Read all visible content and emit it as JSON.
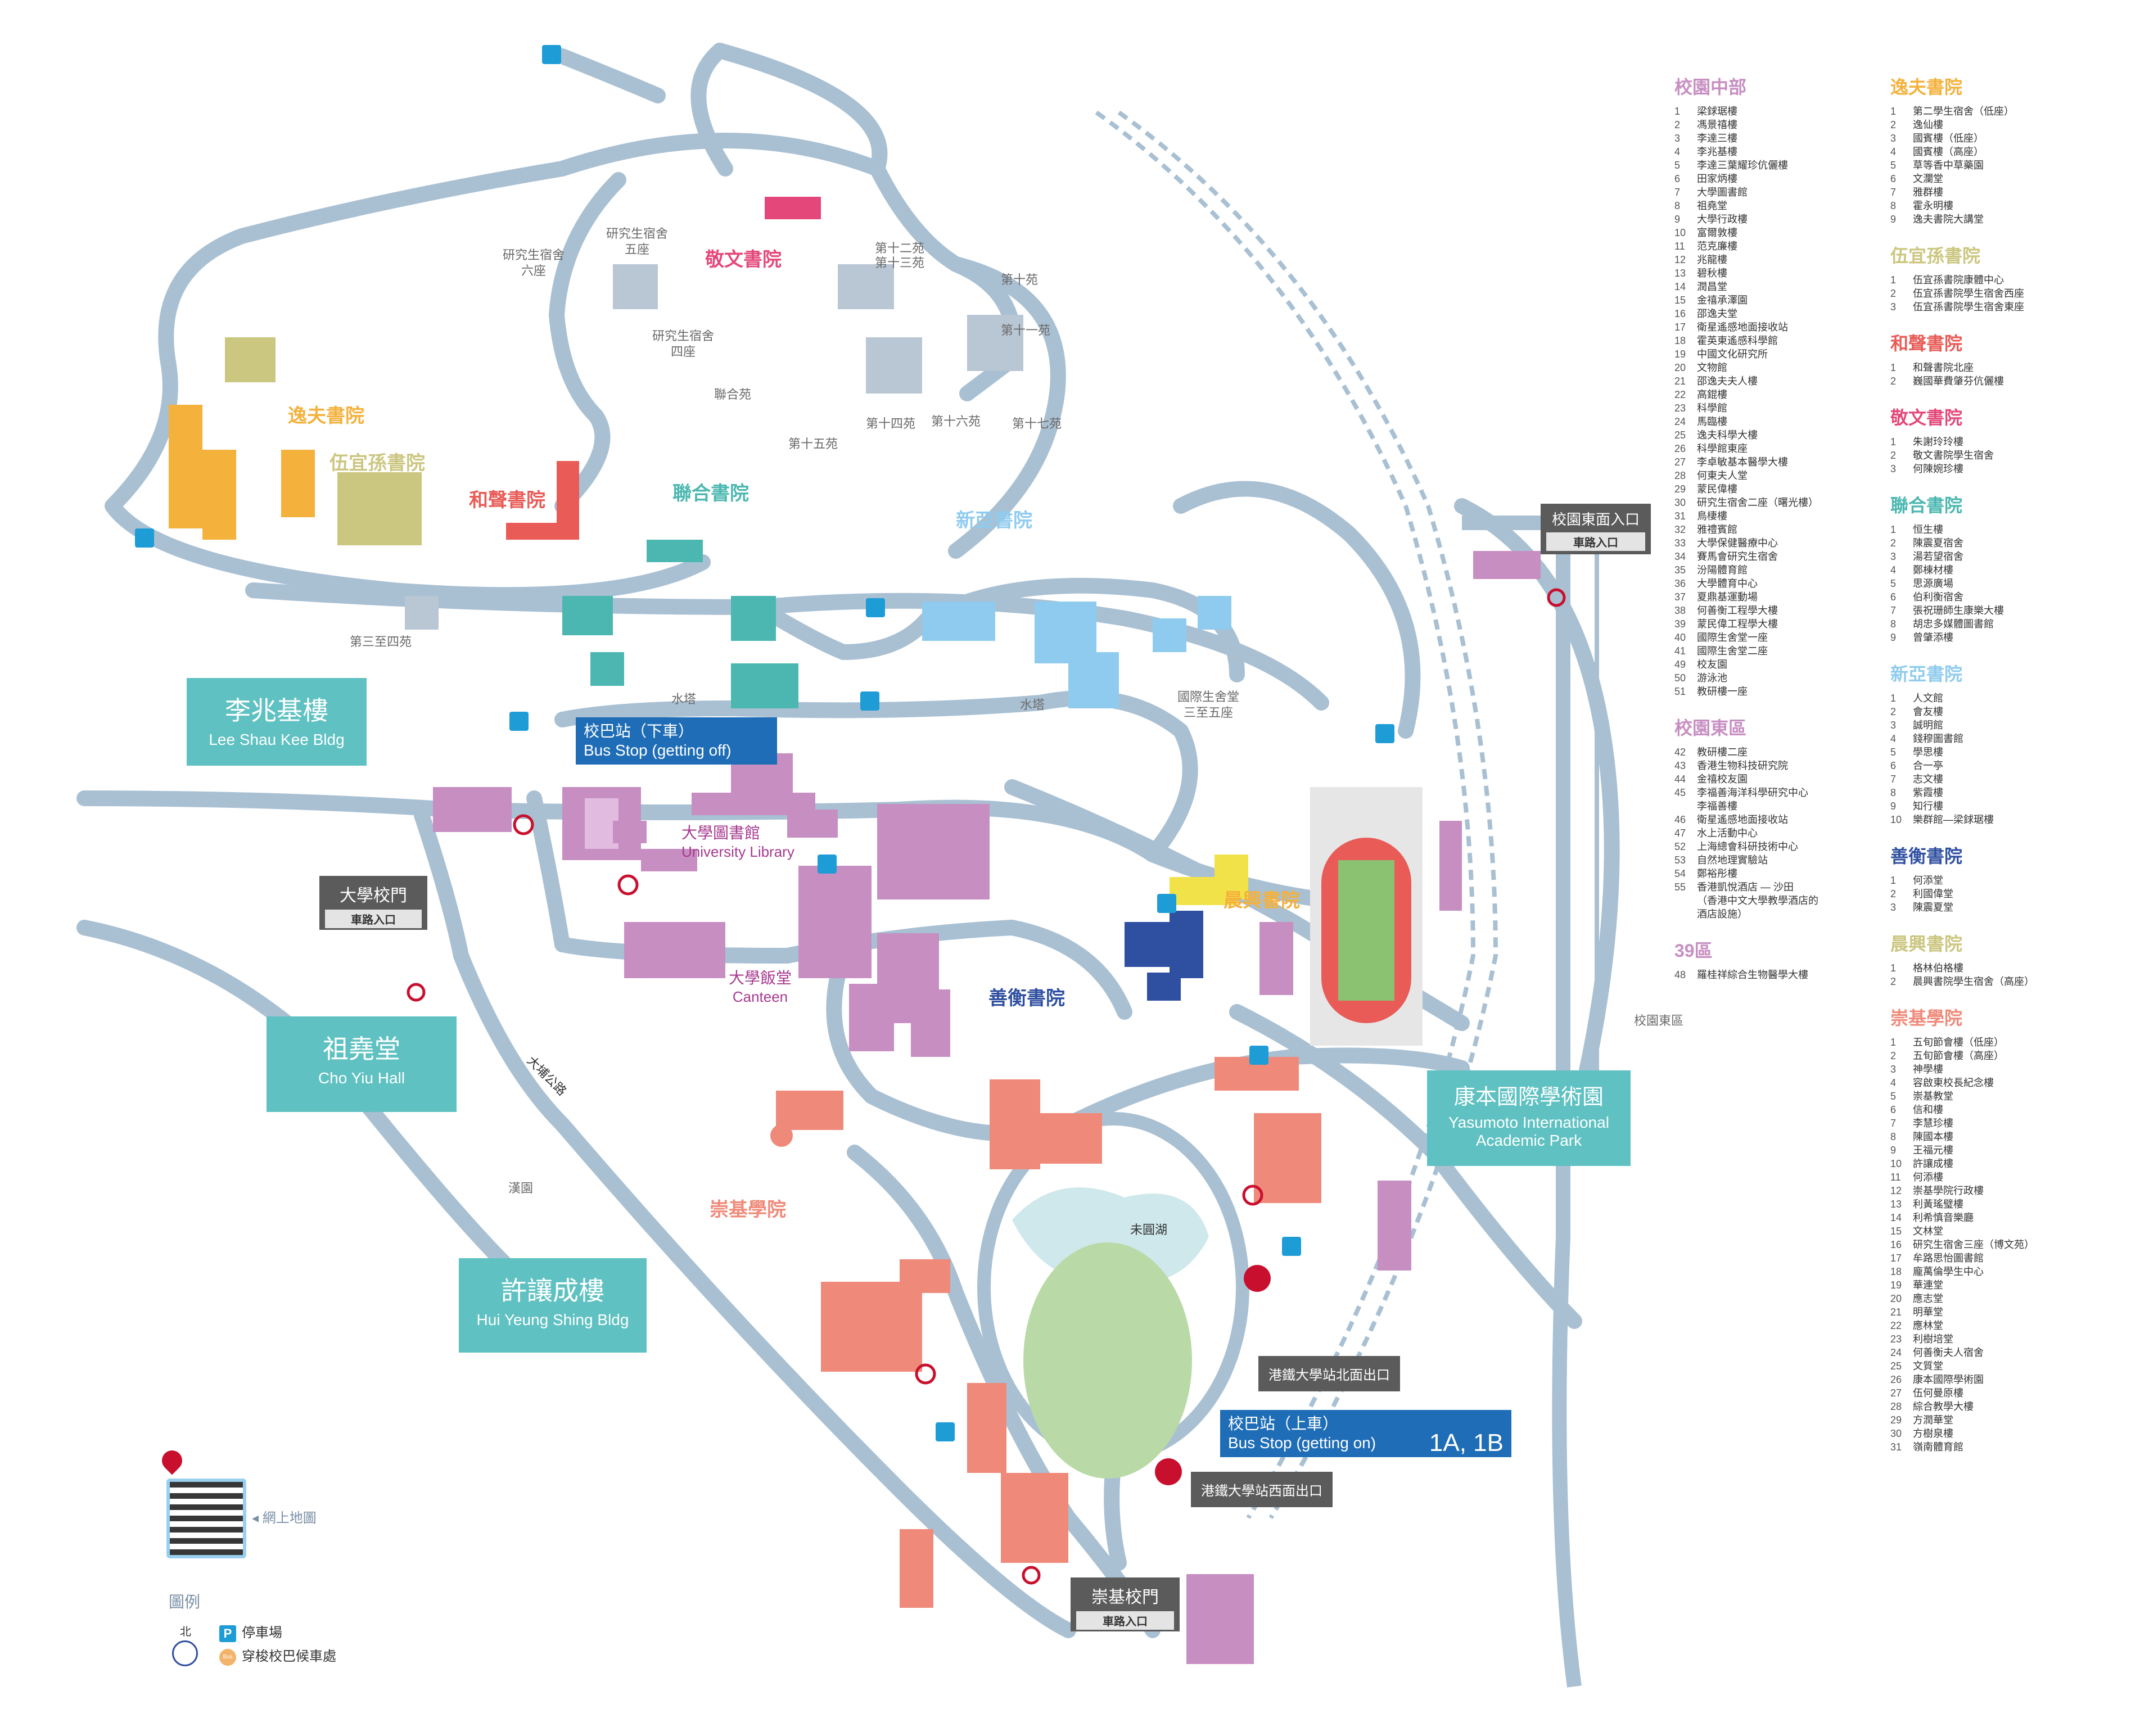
{
  "colors": {
    "road": "#a9c0d3",
    "chung_chi": "#ef8a7a",
    "central": "#c78ec2",
    "new_asia": "#8fcbee",
    "united": "#4bb7b0",
    "shaw": "#f4b13b",
    "wu_yee_sun": "#cbc680",
    "wo_sing": "#e85b57",
    "ming_hua": "#e4487a",
    "shaw_college_callout": "#5fc1c1",
    "sh_ho": "#2f4fa0",
    "cw_chu": "#f2e24a",
    "bus": "#1e6db6",
    "parking": "#1e9cd6"
  },
  "colleges": {
    "shaw": "逸夫書院",
    "wu_yee_sun": "伍宜孫書院",
    "wo_sing": "和聲書院",
    "ming_hua": "敬文書院",
    "united": "聯合書院",
    "new_asia": "新亞書院",
    "cw_chu": "晨興書院",
    "sh_ho": "善衡書院",
    "chung_chi": "崇基學院"
  },
  "places": {
    "pg6": "研究生宿舍\n六座",
    "pg5": "研究生宿舍\n五座",
    "pg4": "研究生宿舍\n四座",
    "block12": "第十二苑",
    "block13": "第十三苑",
    "block10": "第十苑",
    "block11": "第十一苑",
    "lianhe": "聯合苑",
    "block15": "第十五苑",
    "block14": "第十四苑",
    "block16": "第十六苑",
    "block17": "第十七苑",
    "block3_4": "第三至四苑",
    "water_tower1": "水塔",
    "water_tower2": "水塔",
    "intl_house": "國際生舍堂\n三至五座",
    "lake": "未圓湖",
    "han_garden": "漢園",
    "tai_po_road": "大埔公路",
    "east_campus": "校園東區"
  },
  "callouts": {
    "lsk_zh": "李兆基樓",
    "lsk_en": "Lee Shau Kee Bldg",
    "cyh_zh": "祖堯堂",
    "cyh_en": "Cho Yiu Hall",
    "hys_zh": "許讓成樓",
    "hys_en": "Hui Yeung Shing Bldg",
    "yasu_zh": "康本國際學術園",
    "yasu_en1": "Yasumoto International",
    "yasu_en2": "Academic Park",
    "lib_zh": "大學圖書館",
    "lib_en": "University Library",
    "canteen_zh": "大學飯堂",
    "canteen_en": "Canteen"
  },
  "gates": {
    "main_zh": "大學校門",
    "main_sub": "車路入口",
    "east_zh": "校園東面入口",
    "east_sub": "車路入口",
    "cc_zh": "崇基校門",
    "cc_sub": "車路入口"
  },
  "bus": {
    "off_zh": "校巴站（下車）",
    "off_en": "Bus Stop (getting off)",
    "on_zh": "校巴站（上車）",
    "on_en": "Bus Stop (getting on)",
    "on_routes": "1A, 1B"
  },
  "mtr": {
    "north": "港鐵大學站北面出口",
    "west": "港鐵大學站西面出口"
  },
  "qr": {
    "label": "◂ 網上地圖"
  },
  "key": {
    "title": "圖例",
    "north": "北",
    "parking_symbol": "P",
    "parking": "停車場",
    "bus_symbol": "Bus",
    "bus": "穿梭校巴候車處"
  },
  "legend": {
    "left": [
      {
        "title": "校園中部",
        "color": "#c78ec2",
        "items": [
          [
            "1",
            "梁銶琚樓"
          ],
          [
            "2",
            "馮景禧樓"
          ],
          [
            "3",
            "李達三樓"
          ],
          [
            "4",
            "李兆基樓"
          ],
          [
            "5",
            "李達三葉耀珍伉儷樓"
          ],
          [
            "6",
            "田家炳樓"
          ],
          [
            "7",
            "大學圖書館"
          ],
          [
            "8",
            "祖堯堂"
          ],
          [
            "9",
            "大學行政樓"
          ],
          [
            "10",
            "富爾敦樓"
          ],
          [
            "11",
            "范克廉樓"
          ],
          [
            "12",
            "兆龍樓"
          ],
          [
            "13",
            "碧秋樓"
          ],
          [
            "14",
            "潤昌堂"
          ],
          [
            "15",
            "金禧承澤園"
          ],
          [
            "16",
            "邵逸夫堂"
          ],
          [
            "17",
            "衛星遙感地面接收站"
          ],
          [
            "18",
            "霍英東遙感科學館"
          ],
          [
            "19",
            "中國文化研究所"
          ],
          [
            "20",
            "文物館"
          ],
          [
            "21",
            "邵逸夫夫人樓"
          ],
          [
            "22",
            "高錕樓"
          ],
          [
            "23",
            "科學館"
          ],
          [
            "24",
            "馬臨樓"
          ],
          [
            "25",
            "逸夫科學大樓"
          ],
          [
            "26",
            "科學館東座"
          ],
          [
            "27",
            "李卓敏基本醫學大樓"
          ],
          [
            "28",
            "何東夫人堂"
          ],
          [
            "29",
            "蒙民偉樓"
          ],
          [
            "30",
            "研究生宿舍二座（曙光樓）"
          ],
          [
            "31",
            "鳥棲樓"
          ],
          [
            "32",
            "雅禮賓館"
          ],
          [
            "33",
            "大學保健醫療中心"
          ],
          [
            "34",
            "賽馬會研究生宿舍"
          ],
          [
            "35",
            "汾陽體育館"
          ],
          [
            "36",
            "大學體育中心"
          ],
          [
            "37",
            "夏鼎基運動場"
          ],
          [
            "38",
            "何善衡工程學大樓"
          ],
          [
            "39",
            "蒙民偉工程學大樓"
          ],
          [
            "40",
            "國際生舍堂一座"
          ],
          [
            "41",
            "國際生舍堂二座"
          ],
          [
            "49",
            "校友園"
          ],
          [
            "50",
            "游泳池"
          ],
          [
            "51",
            "教研樓一座"
          ]
        ]
      },
      {
        "title": "校園東區",
        "color": "#c78ec2",
        "items": [
          [
            "42",
            "教研樓二座"
          ],
          [
            "43",
            "香港生物科技研究院"
          ],
          [
            "44",
            "金禧校友園"
          ],
          [
            "45",
            "李福善海洋科學研究中心"
          ],
          [
            "",
            "李福善樓"
          ],
          [
            "46",
            "衛星遙感地面接收站"
          ],
          [
            "47",
            "水上活動中心"
          ],
          [
            "52",
            "上海總會科研技術中心"
          ],
          [
            "53",
            "自然地理實驗站"
          ],
          [
            "54",
            "鄭裕彤樓"
          ],
          [
            "55",
            "香港凱悅酒店 — 沙田"
          ],
          [
            "",
            "（香港中文大學教學酒店的"
          ],
          [
            "",
            "酒店設施）"
          ]
        ]
      },
      {
        "title": "39區",
        "color": "#c78ec2",
        "items": [
          [
            "48",
            "羅桂祥綜合生物醫學大樓"
          ]
        ]
      }
    ],
    "right": [
      {
        "title": "逸夫書院",
        "color": "#f4b13b",
        "items": [
          [
            "1",
            "第二學生宿舍（低座）"
          ],
          [
            "2",
            "逸仙樓"
          ],
          [
            "3",
            "國賓樓（低座）"
          ],
          [
            "4",
            "國賓樓（高座）"
          ],
          [
            "5",
            "草等香中草藥園"
          ],
          [
            "6",
            "文瀾堂"
          ],
          [
            "7",
            "雅群樓"
          ],
          [
            "8",
            "霍永明樓"
          ],
          [
            "9",
            "逸夫書院大講堂"
          ]
        ]
      },
      {
        "title": "伍宜孫書院",
        "color": "#cbc680",
        "items": [
          [
            "1",
            "伍宜孫書院康體中心"
          ],
          [
            "2",
            "伍宜孫書院學生宿舍西座"
          ],
          [
            "3",
            "伍宜孫書院學生宿舍東座"
          ]
        ]
      },
      {
        "title": "和聲書院",
        "color": "#e85b57",
        "items": [
          [
            "1",
            "和聲書院北座"
          ],
          [
            "2",
            "巍國華費肇芬伉儷樓"
          ]
        ]
      },
      {
        "title": "敬文書院",
        "color": "#e4487a",
        "items": [
          [
            "1",
            "朱謝玲玲樓"
          ],
          [
            "2",
            "敬文書院學生宿舍"
          ],
          [
            "3",
            "何陳婉珍樓"
          ]
        ]
      },
      {
        "title": "聯合書院",
        "color": "#4bb7b0",
        "items": [
          [
            "1",
            "恒生樓"
          ],
          [
            "2",
            "陳震夏宿舍"
          ],
          [
            "3",
            "湯若望宿舍"
          ],
          [
            "4",
            "鄭棟材樓"
          ],
          [
            "5",
            "思源廣場"
          ],
          [
            "6",
            "伯利衡宿舍"
          ],
          [
            "7",
            "張祝珊師生康樂大樓"
          ],
          [
            "8",
            "胡忠多媒體圖書館"
          ],
          [
            "9",
            "曾肇添樓"
          ]
        ]
      },
      {
        "title": "新亞書院",
        "color": "#8fcbee",
        "items": [
          [
            "1",
            "人文館"
          ],
          [
            "2",
            "會友樓"
          ],
          [
            "3",
            "誠明館"
          ],
          [
            "4",
            "錢穆圖書館"
          ],
          [
            "5",
            "學思樓"
          ],
          [
            "6",
            "合一亭"
          ],
          [
            "7",
            "志文樓"
          ],
          [
            "8",
            "紫霞樓"
          ],
          [
            "9",
            "知行樓"
          ],
          [
            "10",
            "樂群館—梁銶琚樓"
          ]
        ]
      },
      {
        "title": "善衡書院",
        "color": "#2f4fa0",
        "items": [
          [
            "1",
            "何添堂"
          ],
          [
            "2",
            "利國偉堂"
          ],
          [
            "3",
            "陳震夏堂"
          ]
        ]
      },
      {
        "title": "晨興書院",
        "color": "#cbc680",
        "items": [
          [
            "1",
            "格林伯格樓"
          ],
          [
            "2",
            "晨興書院學生宿舍（高座）"
          ]
        ]
      },
      {
        "title": "崇基學院",
        "color": "#ef8a7a",
        "items": [
          [
            "1",
            "五旬節會樓（低座）"
          ],
          [
            "2",
            "五旬節會樓（高座）"
          ],
          [
            "3",
            "神學樓"
          ],
          [
            "4",
            "容啟東校長紀念樓"
          ],
          [
            "5",
            "崇基教堂"
          ],
          [
            "6",
            "信和樓"
          ],
          [
            "7",
            "李慧珍樓"
          ],
          [
            "8",
            "陳國本樓"
          ],
          [
            "9",
            "王福元樓"
          ],
          [
            "10",
            "許讓成樓"
          ],
          [
            "11",
            "何添樓"
          ],
          [
            "12",
            "崇基學院行政樓"
          ],
          [
            "13",
            "利黃瑤璧樓"
          ],
          [
            "14",
            "利希慎音樂廳"
          ],
          [
            "15",
            "文林堂"
          ],
          [
            "16",
            "研究生宿舍三座（博文苑）"
          ],
          [
            "17",
            "牟路思怡圖書館"
          ],
          [
            "18",
            "龐萬倫學生中心"
          ],
          [
            "19",
            "華連堂"
          ],
          [
            "20",
            "應志堂"
          ],
          [
            "21",
            "明華堂"
          ],
          [
            "22",
            "應林堂"
          ],
          [
            "23",
            "利樹培堂"
          ],
          [
            "24",
            "何善衡夫人宿舍"
          ],
          [
            "25",
            "文質堂"
          ],
          [
            "26",
            "康本國際學術園"
          ],
          [
            "27",
            "伍何曼原樓"
          ],
          [
            "28",
            "綜合教學大樓"
          ],
          [
            "29",
            "方潤華堂"
          ],
          [
            "30",
            "方樹泉樓"
          ],
          [
            "31",
            "嶺南體育館"
          ]
        ]
      }
    ]
  }
}
